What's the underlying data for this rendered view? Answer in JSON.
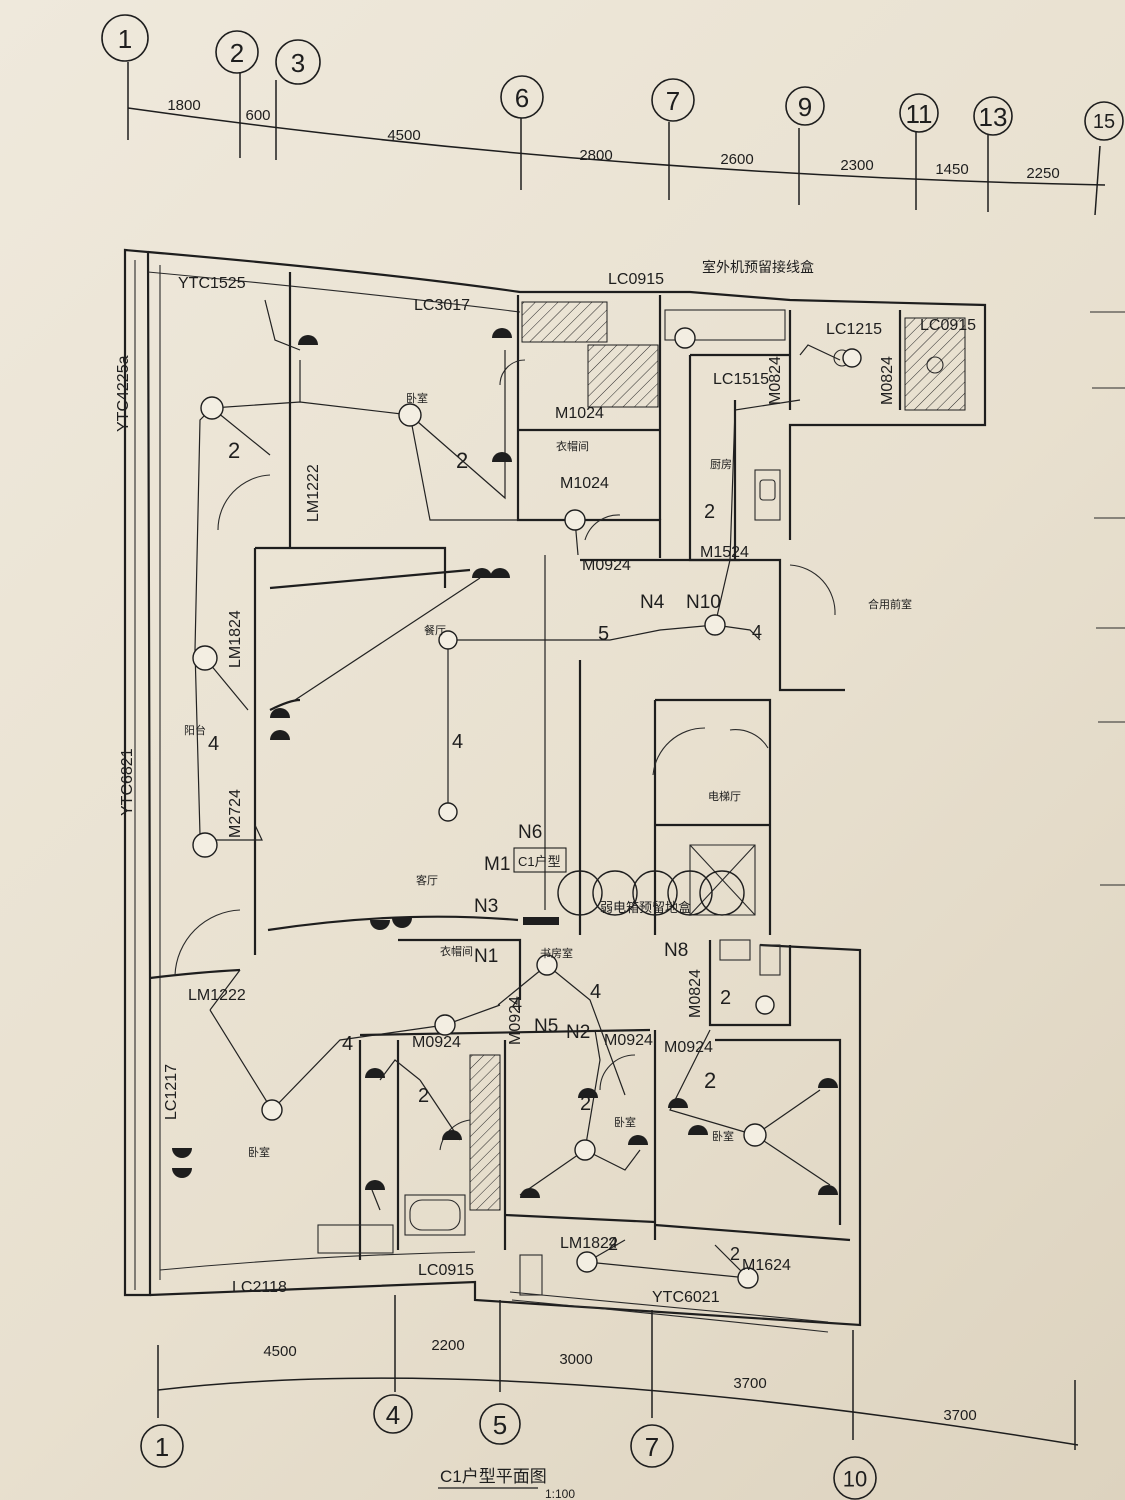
{
  "axes_top": [
    "1",
    "2",
    "3",
    "6",
    "7",
    "9",
    "11",
    "13",
    "15"
  ],
  "dims_top": [
    "1800",
    "600",
    "4500",
    "2800",
    "2600",
    "2300",
    "1450",
    "2250"
  ],
  "axes_bottom": [
    "1",
    "4",
    "5",
    "7",
    "10"
  ],
  "dims_bottom": [
    "4500",
    "2200",
    "3000",
    "3700",
    "3700"
  ],
  "labels": {
    "ytc1525": "YTC1525",
    "lc3017": "LC3017",
    "lc0915_top": "LC0915",
    "outdoor_box": "室外机预留接线盒",
    "lc1215": "LC1215",
    "lc0915_right": "LC0915",
    "lc1515": "LC1515",
    "m0824_a": "M0824",
    "m0824_b": "M0824",
    "ytc4225": "YTC4225a",
    "lm1222_top": "LM1222",
    "m1024_a": "M1024",
    "m1024_b": "M1024",
    "m0924_top": "M0924",
    "m1524": "M1524",
    "lm1824_left": "LM1824",
    "ytc6821": "YTC6821",
    "m2724": "M2724",
    "lm1222_bottom": "LM1222",
    "lc1217": "LC1217",
    "m0924_a": "M0924",
    "m0924_b": "M0924",
    "m0924_c": "M0924",
    "m0824_c": "M0824",
    "m0924_d": "M0924",
    "lm1824_bottom": "LM1824",
    "m1624": "M1624",
    "ytc6021": "YTC6021",
    "lc2118": "LC2118",
    "lc0915_bottom": "LC0915",
    "c1_tag": "C1户型",
    "weak_box": "弱电箱预留地盒"
  },
  "circuits": {
    "n1": "N1",
    "n2": "N2",
    "n3": "N3",
    "n4": "N4",
    "n5": "N5",
    "n6": "N6",
    "n8": "N8",
    "n10": "N10",
    "m1": "M1"
  },
  "counts": {
    "c2a": "2",
    "c2b": "2",
    "c2c": "2",
    "c5": "5",
    "c4a": "4",
    "c4b": "4",
    "c4c": "4",
    "c4d": "4",
    "c4e": "4",
    "c2d": "2",
    "c2e": "2",
    "c2f": "2",
    "c2g": "2",
    "c2h": "2",
    "c2i": "2",
    "c4f": "4"
  },
  "rooms": {
    "living": "客厅",
    "dining": "餐厅",
    "balcony": "阳台",
    "bedroom_sw": "卧室",
    "bedroom_mid": "卧室",
    "bedroom_se": "卧室",
    "bedroom_n": "卧室",
    "elevator_hall": "电梯厅",
    "shared_room": "合用前室",
    "closet_a": "衣帽间",
    "closet_b": "衣帽间",
    "kitchen": "厨房",
    "study": "书房室"
  },
  "title": {
    "main": "C1户型平面图",
    "scale": "1:100"
  }
}
